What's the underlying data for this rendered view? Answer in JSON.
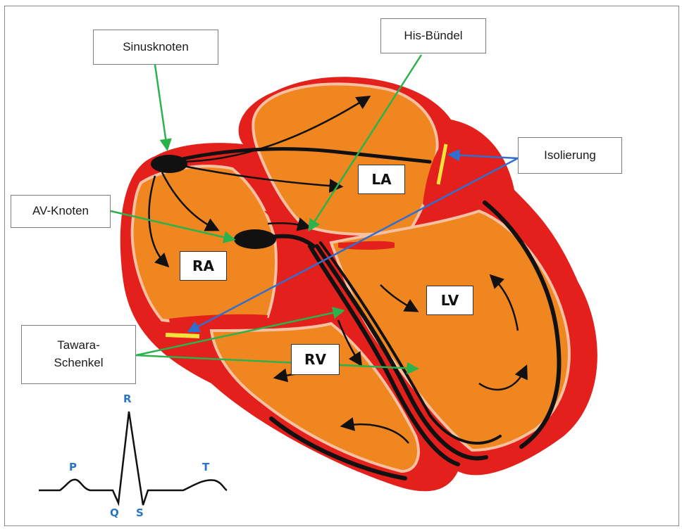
{
  "labels": {
    "sinusknoten": "Sinusknoten",
    "his_buendel": "His-Bündel",
    "isolierung": "Isolierung",
    "av_knoten": "AV-Knoten",
    "tawara_line1": "Tawara-",
    "tawara_line2": "Schenkel"
  },
  "chambers": {
    "la": "LA",
    "ra": "RA",
    "lv": "LV",
    "rv": "RV"
  },
  "ecg": {
    "p": "P",
    "q": "Q",
    "r": "R",
    "s": "S",
    "t": "T"
  },
  "colors": {
    "myocardium": "#e3201b",
    "chamber": "#f0861f",
    "conduction": "#111111",
    "pointer_green": "#2bb24c",
    "pointer_blue": "#2f6fd0",
    "insulation": "#f5e23a",
    "ecg_letters": "#2a74c7"
  }
}
